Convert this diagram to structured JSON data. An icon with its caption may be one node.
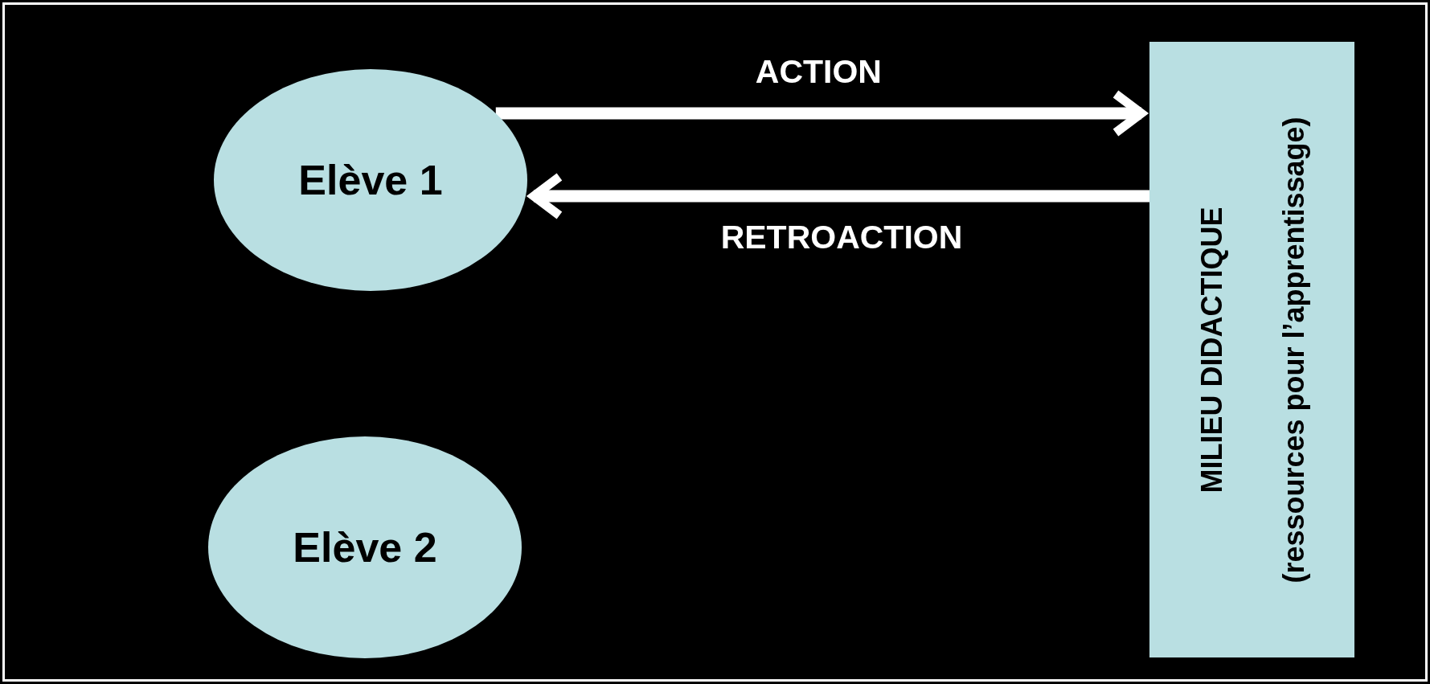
{
  "diagram": {
    "nodes": [
      {
        "text": [
          "Elève 1"
        ]
      },
      {
        "text": [
          "Elève 2"
        ]
      },
      {
        "text": [
          "MILIEU DIDACTIQUE",
          "(ressources pour l’apprentissage)"
        ]
      }
    ],
    "edges": [
      {
        "from": 0,
        "to": 2,
        "arrow": "to",
        "label": "ACTION"
      },
      {
        "from": 2,
        "to": 0,
        "arrow": "to",
        "label": "RETROACTION"
      }
    ]
  }
}
